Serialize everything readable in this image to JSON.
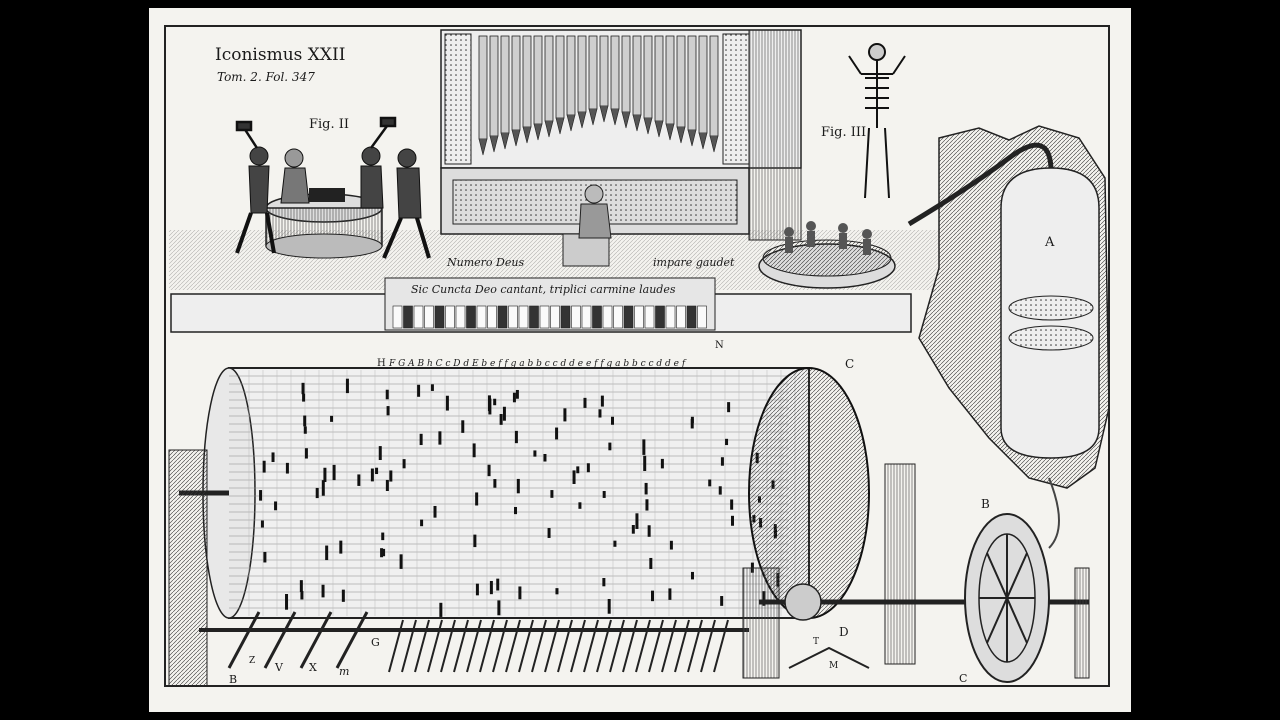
{
  "engraving": {
    "plate_title": "Iconismus XXII",
    "plate_ref": "Tom. 2. Fol. 347",
    "fig2_label": "Fig. II",
    "fig3_label": "Fig. III",
    "banner_left": "Numero Deus",
    "banner_right": "impare gaudet",
    "keyboard_motto": "Sic Cuncta Deo cantant, triplici carmine laudes",
    "note_letters": "F G A B h C c D d E b e f f g a b b c c d d e e f f g a b b c c d d e f",
    "letter_A": "A",
    "letter_B": "B",
    "letter_C": "C",
    "letter_D": "D",
    "letter_H": "H",
    "letter_M": "M",
    "letter_N": "N",
    "letter_G": "G",
    "letter_V": "V",
    "letter_X": "X",
    "letter_m": "m",
    "letter_Z": "Z",
    "letter_T": "T",
    "colors": {
      "ink": "#1a1a1a",
      "paper": "#f4f3ef",
      "surround": "#000000"
    }
  }
}
